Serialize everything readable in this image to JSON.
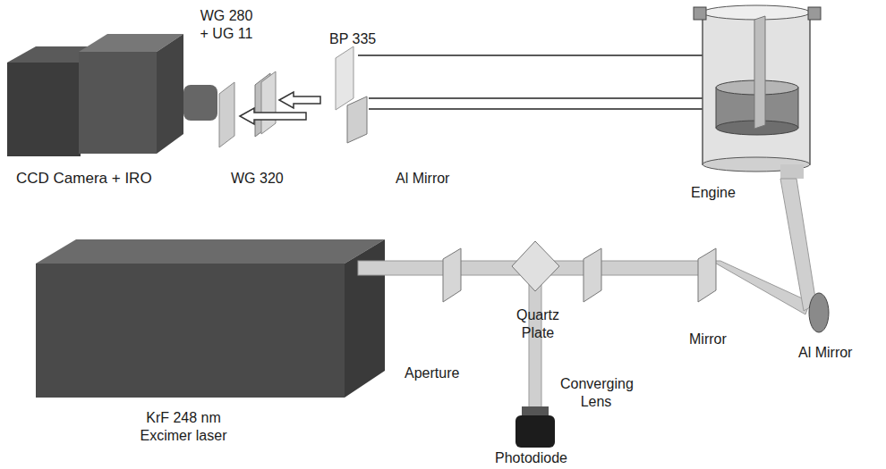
{
  "diagram": {
    "labels": [
      "WG 280 + UG 11",
      "BP 335",
      "CCD Camera + IRO",
      "WG 320",
      "Al Mirror",
      "Engine",
      "Quartz Plate",
      "Mirror",
      "Al Mirror",
      "Aperture",
      "Converging Lens",
      "KrF 248 nm Excimer laser",
      "Photodiode"
    ]
  }
}
